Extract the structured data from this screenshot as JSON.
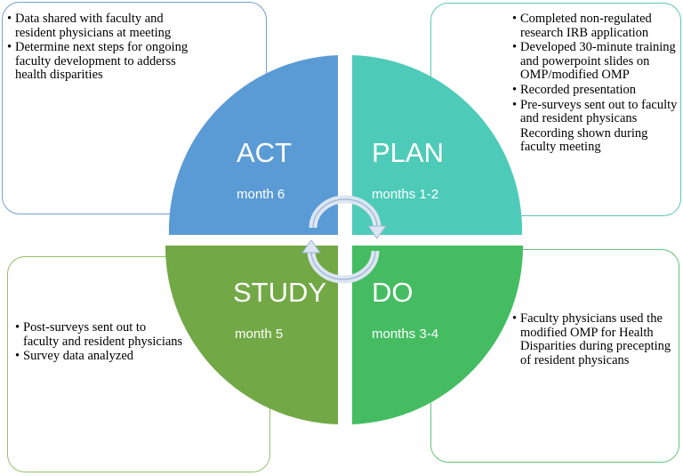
{
  "quadrants": {
    "act": {
      "title": "ACT",
      "period": "month 6",
      "color": "#5b9bd5"
    },
    "plan": {
      "title": "PLAN",
      "period": "months 1-2",
      "color": "#4ecab8"
    },
    "study": {
      "title": "STUDY",
      "period": "month 5",
      "color": "#72a845"
    },
    "do": {
      "title": "DO",
      "period": "months 3-4",
      "color": "#45bc62"
    }
  },
  "boxes": {
    "act": [
      {
        "bullet": true,
        "text": "Data shared with faculty and resident physicians at meeting"
      },
      {
        "bullet": true,
        "text": "Determine next steps for ongoing faculty development to adderss health disparities"
      }
    ],
    "plan": [
      {
        "bullet": true,
        "text": "Completed non-regulated research IRB application"
      },
      {
        "bullet": true,
        "text": "Developed 30-minute training and powerpoint slides on OMP/modified OMP"
      },
      {
        "bullet": true,
        "text": "Recorded presentation"
      },
      {
        "bullet": true,
        "text": "Pre-surveys sent out to faculty and resident physicans"
      },
      {
        "bullet": false,
        "text": "Recording shown during faculty meeting"
      }
    ],
    "study": [
      {
        "bullet": true,
        "text": "Post-surveys sent out to faculty and resident physicians"
      },
      {
        "bullet": true,
        "text": "Survey data analyzed"
      }
    ],
    "do": [
      {
        "bullet": true,
        "text": "Faculty physicians used the modified OMP for Health Disparities during precepting of resident physicans"
      }
    ]
  },
  "bullet_char": "•",
  "icons": {
    "center": "cycle-arrows-icon"
  }
}
